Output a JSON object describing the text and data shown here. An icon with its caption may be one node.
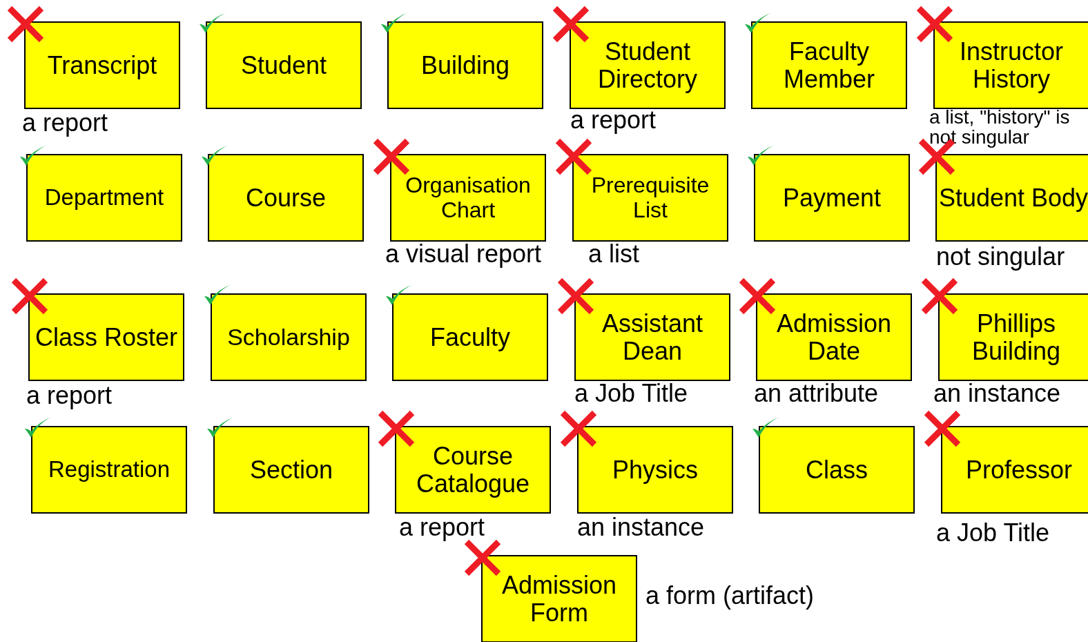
{
  "diagram": {
    "nodes": [
      {
        "text": [
          "Transcript"
        ],
        "beside": [
          "a report"
        ]
      },
      {
        "text": [
          "Student"
        ]
      },
      {
        "text": [
          "Building"
        ]
      },
      {
        "text": [
          "Student Directory"
        ],
        "beside": [
          "a report"
        ]
      },
      {
        "text": [
          "Faculty Member"
        ]
      },
      {
        "text": [
          "Instructor History"
        ],
        "beside": [
          "a list, \"history\" is not singular"
        ]
      },
      {
        "text": [
          "Department"
        ]
      },
      {
        "text": [
          "Course"
        ]
      },
      {
        "text": [
          "Organisation Chart"
        ],
        "beside": [
          "a visual report"
        ]
      },
      {
        "text": [
          "Prerequisite List"
        ],
        "beside": [
          "a list"
        ]
      },
      {
        "text": [
          "Payment"
        ]
      },
      {
        "text": [
          "Student Body"
        ],
        "beside": [
          "not singular"
        ]
      },
      {
        "text": [
          "Class Roster"
        ],
        "beside": [
          "a report"
        ]
      },
      {
        "text": [
          "Scholarship"
        ]
      },
      {
        "text": [
          "Faculty"
        ]
      },
      {
        "text": [
          "Assistant Dean"
        ],
        "beside": [
          "a Job Title"
        ]
      },
      {
        "text": [
          "Admission Date"
        ],
        "beside": [
          "an attribute"
        ]
      },
      {
        "text": [
          "Phillips Building"
        ],
        "beside": [
          "an instance"
        ]
      },
      {
        "text": [
          "Registration"
        ]
      },
      {
        "text": [
          "Section"
        ]
      },
      {
        "text": [
          "Course Catalogue"
        ],
        "beside": [
          "a report"
        ]
      },
      {
        "text": [
          "Physics"
        ],
        "beside": [
          "an instance"
        ]
      },
      {
        "text": [
          "Class"
        ]
      },
      {
        "text": [
          "Professor"
        ],
        "beside": [
          "a Job Title"
        ]
      },
      {
        "text": [
          "Admission Form"
        ],
        "beside": [
          "a form (artifact)"
        ]
      }
    ],
    "edges": []
  }
}
